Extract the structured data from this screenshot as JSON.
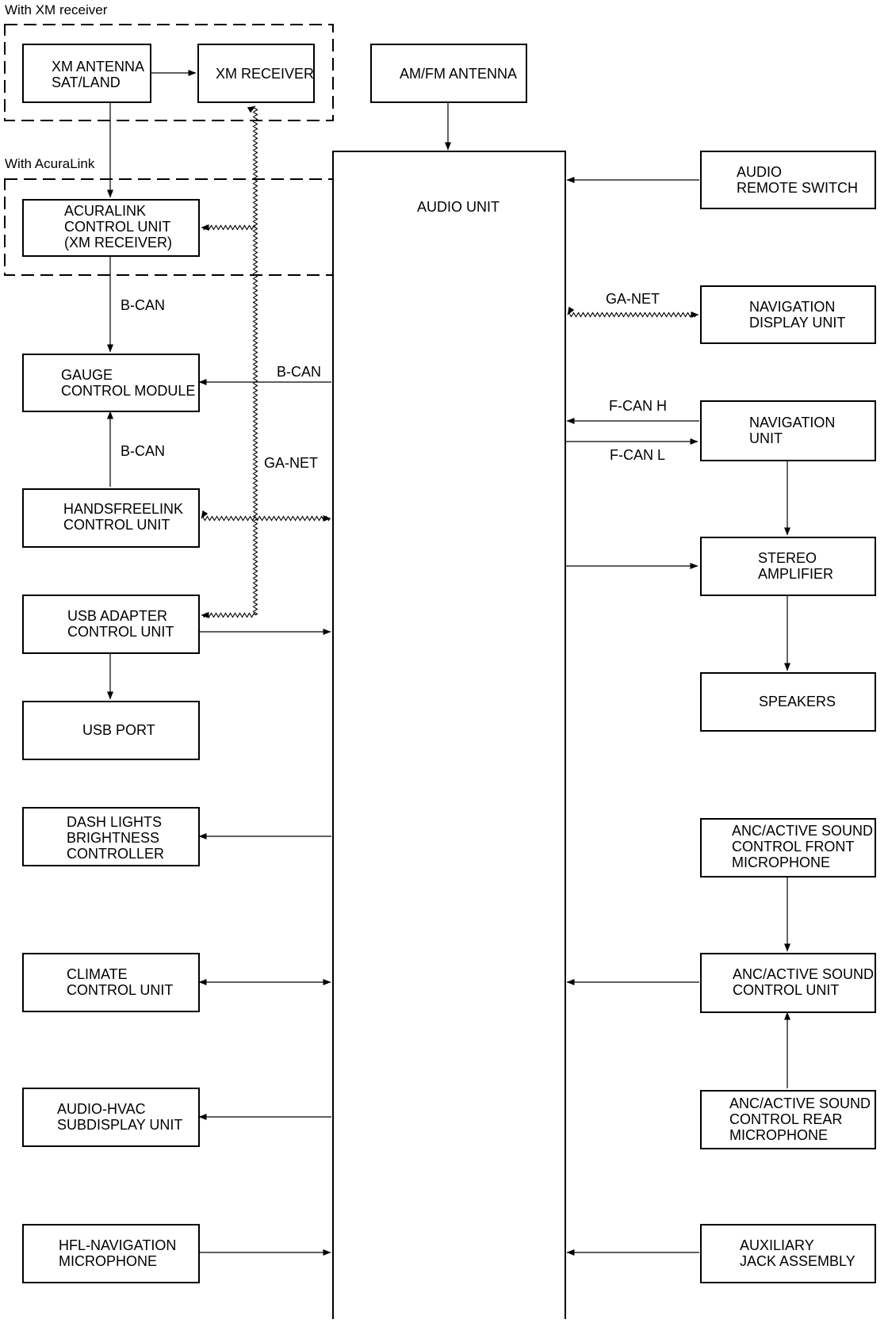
{
  "groups": {
    "xm": "With XM receiver",
    "acuralink": "With AcuraLink"
  },
  "boxes": {
    "xm_antenna": [
      "XM ANTENNA",
      "SAT/LAND"
    ],
    "xm_receiver": [
      "XM RECEIVER"
    ],
    "amfm_antenna": [
      "AM/FM ANTENNA"
    ],
    "audio_unit": [
      "AUDIO UNIT"
    ],
    "audio_remote_switch": [
      "AUDIO",
      "REMOTE SWITCH"
    ],
    "acuralink": [
      "ACURALINK",
      "CONTROL UNIT",
      "(XM RECEIVER)"
    ],
    "gauge": [
      "GAUGE",
      "CONTROL MODULE"
    ],
    "handsfreelink": [
      "HANDSFREELINK",
      "CONTROL UNIT"
    ],
    "usb_adapter": [
      "USB ADAPTER",
      "CONTROL UNIT"
    ],
    "usb_port": [
      "USB PORT"
    ],
    "dash_lights": [
      "DASH LIGHTS",
      "BRIGHTNESS",
      "CONTROLLER"
    ],
    "climate": [
      "CLIMATE",
      "CONTROL UNIT"
    ],
    "audio_hvac": [
      "AUDIO-HVAC",
      "SUBDISPLAY UNIT"
    ],
    "hfl_mic": [
      "HFL-NAVIGATION",
      "MICROPHONE"
    ],
    "nav_display": [
      "NAVIGATION",
      "DISPLAY UNIT"
    ],
    "nav_unit": [
      "NAVIGATION",
      "UNIT"
    ],
    "stereo_amp": [
      "STEREO",
      "AMPLIFIER"
    ],
    "speakers": [
      "SPEAKERS"
    ],
    "anc_front_mic": [
      "ANC/ACTIVE SOUND",
      "CONTROL FRONT",
      "MICROPHONE"
    ],
    "anc_control": [
      "ANC/ACTIVE SOUND",
      "CONTROL UNIT"
    ],
    "anc_rear_mic": [
      "ANC/ACTIVE SOUND",
      "CONTROL REAR",
      "MICROPHONE"
    ],
    "aux_jack": [
      "AUXILIARY",
      "JACK ASSEMBLY"
    ]
  },
  "wire_labels": {
    "bcan_1": "B-CAN",
    "bcan_2": "B-CAN",
    "bcan_3": "B-CAN",
    "ganet_left": "GA-NET",
    "ganet_right": "GA-NET",
    "fcan_h": "F-CAN H",
    "fcan_l": "F-CAN L"
  }
}
